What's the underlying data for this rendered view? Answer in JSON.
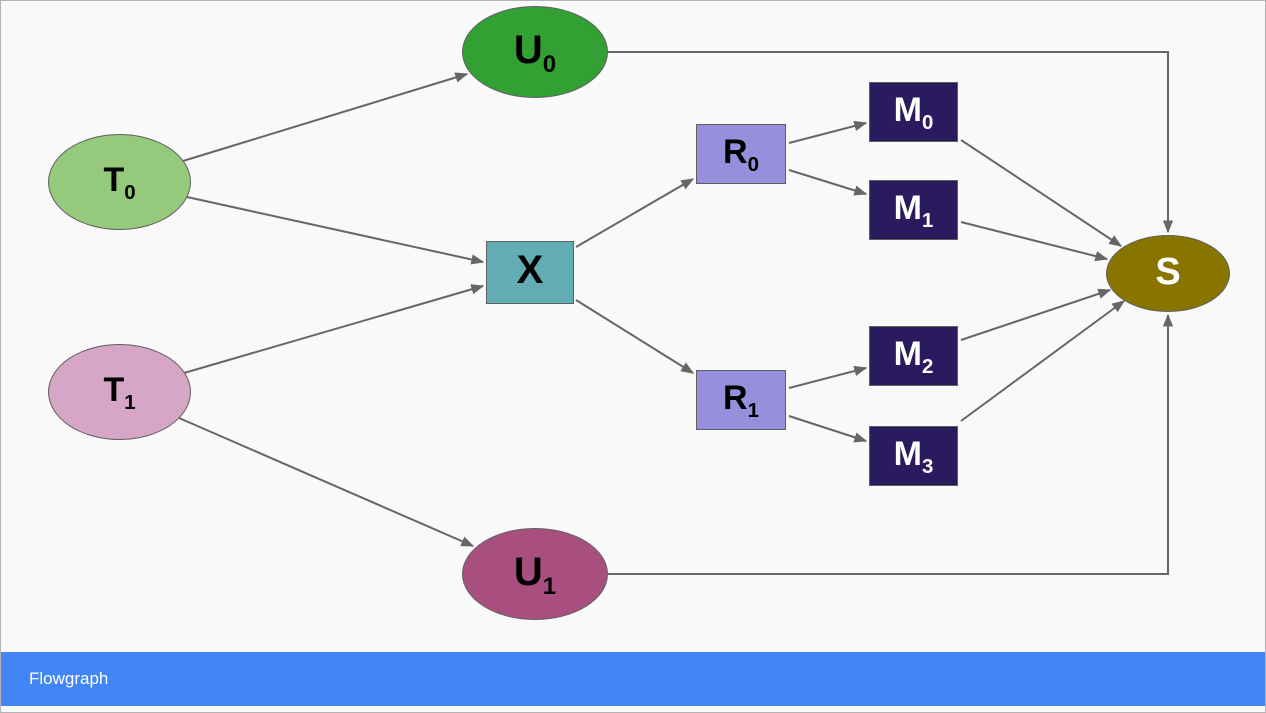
{
  "title_bar": {
    "label": "Flowgraph",
    "color": "#4285f4",
    "text_color": "#ffffff"
  },
  "diagram": {
    "type": "flowgraph",
    "edge_color": "#666666",
    "nodes": [
      {
        "id": "T0",
        "base": "T",
        "sub": "0",
        "shape": "ellipse",
        "fill": "#95ca7d",
        "text_color": "#000000"
      },
      {
        "id": "T1",
        "base": "T",
        "sub": "1",
        "shape": "ellipse",
        "fill": "#d6a6c6",
        "text_color": "#000000"
      },
      {
        "id": "U0",
        "base": "U",
        "sub": "0",
        "shape": "ellipse",
        "fill": "#33a033",
        "text_color": "#000000"
      },
      {
        "id": "U1",
        "base": "U",
        "sub": "1",
        "shape": "ellipse",
        "fill": "#a94f80",
        "text_color": "#000000"
      },
      {
        "id": "X",
        "base": "X",
        "sub": "",
        "shape": "rect",
        "fill": "#62acb4",
        "text_color": "#000000"
      },
      {
        "id": "R0",
        "base": "R",
        "sub": "0",
        "shape": "rect",
        "fill": "#968fdb",
        "text_color": "#000000"
      },
      {
        "id": "R1",
        "base": "R",
        "sub": "1",
        "shape": "rect",
        "fill": "#968fdb",
        "text_color": "#000000"
      },
      {
        "id": "M0",
        "base": "M",
        "sub": "0",
        "shape": "rect",
        "fill": "#2a1a5e",
        "text_color": "#ffffff"
      },
      {
        "id": "M1",
        "base": "M",
        "sub": "1",
        "shape": "rect",
        "fill": "#2a1a5e",
        "text_color": "#ffffff"
      },
      {
        "id": "M2",
        "base": "M",
        "sub": "2",
        "shape": "rect",
        "fill": "#2a1a5e",
        "text_color": "#ffffff"
      },
      {
        "id": "M3",
        "base": "M",
        "sub": "3",
        "shape": "rect",
        "fill": "#2a1a5e",
        "text_color": "#ffffff"
      },
      {
        "id": "S",
        "base": "S",
        "sub": "",
        "shape": "ellipse",
        "fill": "#8a7400",
        "text_color": "#ffffff"
      }
    ],
    "edges": [
      {
        "from": "T0",
        "to": "U0"
      },
      {
        "from": "T0",
        "to": "X"
      },
      {
        "from": "T1",
        "to": "X"
      },
      {
        "from": "T1",
        "to": "U1"
      },
      {
        "from": "X",
        "to": "R0"
      },
      {
        "from": "X",
        "to": "R1"
      },
      {
        "from": "R0",
        "to": "M0"
      },
      {
        "from": "R0",
        "to": "M1"
      },
      {
        "from": "R1",
        "to": "M2"
      },
      {
        "from": "R1",
        "to": "M3"
      },
      {
        "from": "M0",
        "to": "S"
      },
      {
        "from": "M1",
        "to": "S"
      },
      {
        "from": "M2",
        "to": "S"
      },
      {
        "from": "M3",
        "to": "S"
      },
      {
        "from": "U0",
        "to": "S"
      },
      {
        "from": "U1",
        "to": "S"
      }
    ]
  }
}
